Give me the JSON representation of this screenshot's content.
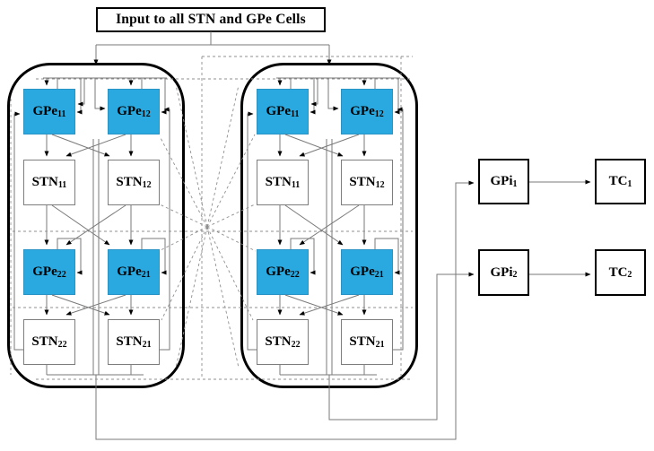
{
  "title": {
    "label": "Input to all STN and GPe Cells"
  },
  "colors": {
    "gpe_fill": "#29A9E0",
    "stn_fill": "#FFFFFF",
    "solid_line": "#7A7A7A",
    "dashed_line": "#8F8F8F",
    "border": "#000000"
  },
  "clusters": [
    {
      "id": "cluster-1",
      "cells": [
        {
          "base": "GPe",
          "sub": "11",
          "type": "gpe"
        },
        {
          "base": "GPe",
          "sub": "12",
          "type": "gpe"
        },
        {
          "base": "STN",
          "sub": "11",
          "type": "stn"
        },
        {
          "base": "STN",
          "sub": "12",
          "type": "stn"
        },
        {
          "base": "GPe",
          "sub": "22",
          "type": "gpe"
        },
        {
          "base": "GPe",
          "sub": "21",
          "type": "gpe"
        },
        {
          "base": "STN",
          "sub": "22",
          "type": "stn"
        },
        {
          "base": "STN",
          "sub": "21",
          "type": "stn"
        }
      ]
    },
    {
      "id": "cluster-2",
      "cells": [
        {
          "base": "GPe",
          "sub": "11",
          "type": "gpe"
        },
        {
          "base": "GPe",
          "sub": "12",
          "type": "gpe"
        },
        {
          "base": "STN",
          "sub": "11",
          "type": "stn"
        },
        {
          "base": "STN",
          "sub": "12",
          "type": "stn"
        },
        {
          "base": "GPe",
          "sub": "22",
          "type": "gpe"
        },
        {
          "base": "GPe",
          "sub": "21",
          "type": "gpe"
        },
        {
          "base": "STN",
          "sub": "22",
          "type": "stn"
        },
        {
          "base": "STN",
          "sub": "21",
          "type": "stn"
        }
      ]
    }
  ],
  "outputs": {
    "gpi": [
      {
        "base": "GPi",
        "sub": "1"
      },
      {
        "base": "GPi",
        "sub": "2"
      }
    ],
    "tc": [
      {
        "base": "TC",
        "sub": "1"
      },
      {
        "base": "TC",
        "sub": "2"
      }
    ]
  },
  "flow": [
    "cluster-1 → GPi1",
    "cluster-2 → GPi2",
    "GPi1 → TC1",
    "GPi2 → TC2"
  ],
  "line_styles": {
    "intra_cluster": "solid",
    "inter_cluster": "dashed"
  }
}
